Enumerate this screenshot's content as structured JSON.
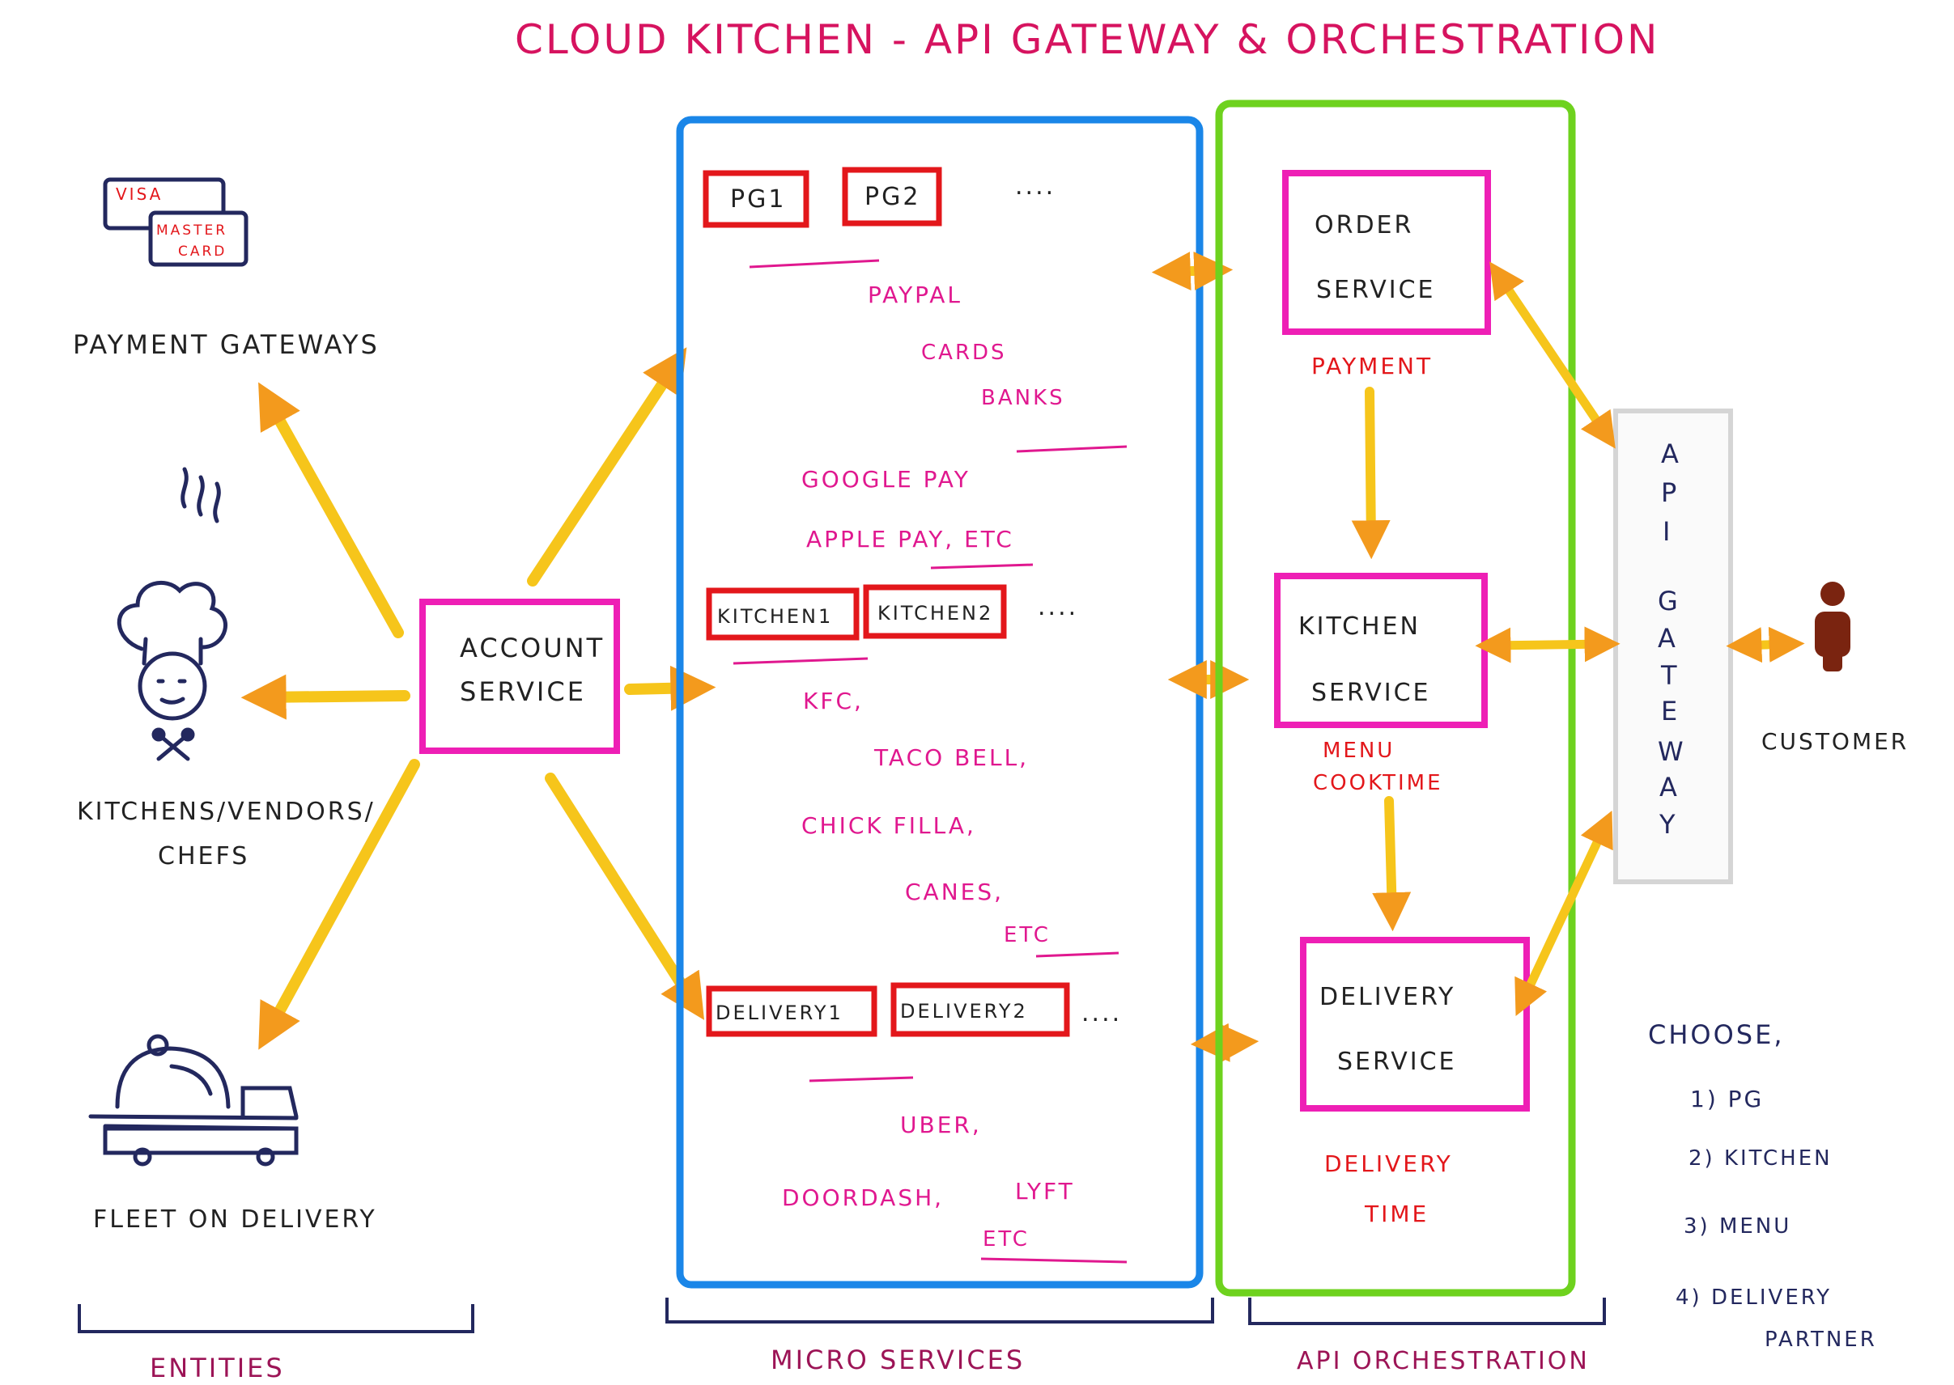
{
  "title": "CLOUD KITCHEN - API GATEWAY & ORCHESTRATION",
  "entities": {
    "payment_gateways": {
      "label": "PAYMENT GATEWAYS",
      "cards": [
        "VISA",
        "MASTER",
        "CARD"
      ]
    },
    "kitchens": {
      "label_line1": "KITCHENS/VENDORS/",
      "label_line2": "CHEFS"
    },
    "fleet": {
      "label": "FLEET ON DELIVERY"
    },
    "section_label": "ENTITIES"
  },
  "account_service": {
    "line1": "ACCOUNT",
    "line2": "SERVICE"
  },
  "micro_services": {
    "section_label": "MICRO SERVICES",
    "pg_boxes": [
      "PG1",
      "PG2"
    ],
    "pg_items": [
      "PAYPAL",
      "CARDS",
      "BANKS",
      "GOOGLE PAY",
      "APPLE PAY, ETC"
    ],
    "kitchen_boxes": [
      "KITCHEN1",
      "KITCHEN2"
    ],
    "kitchen_items": [
      "KFC,",
      "TACO BELL,",
      "CHICK FILLA,",
      "CANES,",
      "ETC"
    ],
    "delivery_boxes": [
      "DELIVERY1",
      "DELIVERY2"
    ],
    "delivery_items": [
      "UBER,",
      "DOORDASH,",
      "LYFT",
      "ETC"
    ],
    "ellipsis": "...."
  },
  "orchestration": {
    "section_label": "API ORCHESTRATION",
    "order_service": {
      "line1": "ORDER",
      "line2": "SERVICE",
      "note": "PAYMENT"
    },
    "kitchen_service": {
      "line1": "KITCHEN",
      "line2": "SERVICE",
      "note1": "MENU",
      "note2": "COOKTIME"
    },
    "delivery_service": {
      "line1": "DELIVERY",
      "line2": "SERVICE",
      "note1": "DELIVERY",
      "note2": "TIME"
    }
  },
  "api_gateway": {
    "letters": [
      "A",
      "P",
      "I",
      "G",
      "A",
      "T",
      "E",
      "W",
      "A",
      "Y"
    ]
  },
  "customer": {
    "label": "CUSTOMER"
  },
  "choose": {
    "heading": "CHOOSE,",
    "items": [
      "1) PG",
      "2) KITCHEN",
      "3) MENU",
      "4) DELIVERY",
      "PARTNER"
    ]
  },
  "colors": {
    "title": "#d6135f",
    "magenta_box": "#ee1fb5",
    "red_box": "#e3171b",
    "blue_panel": "#1a86e8",
    "green_panel": "#6ed21e",
    "arrow": "#f6c51b",
    "arrow_tip": "#f39a1d",
    "ink": "#222222",
    "pink_text": "#e0188f",
    "navy": "#23285e",
    "label_maroon": "#9c1456",
    "customer": "#7a2410"
  }
}
